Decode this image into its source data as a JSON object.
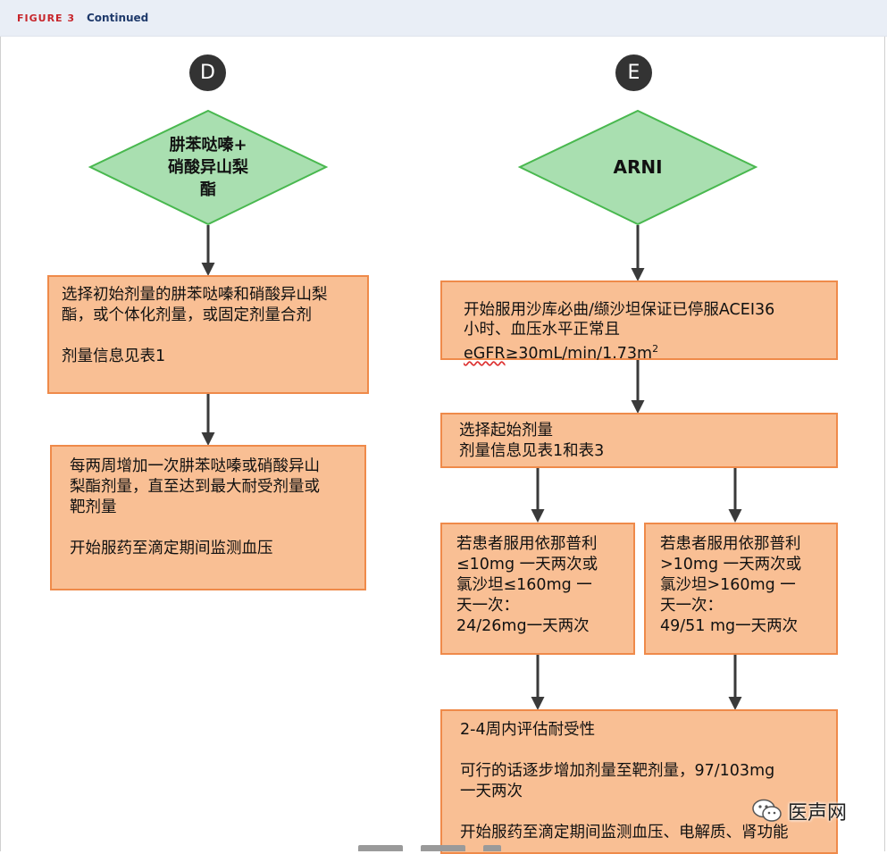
{
  "header": {
    "figure_label": "FIGURE 3",
    "continued": "Continued"
  },
  "left": {
    "badge": "D",
    "decision": [
      "肼苯哒嗪+",
      "硝酸异山梨",
      "酯"
    ],
    "box1": [
      "选择初始剂量的肼苯哒嗪和硝酸异山梨",
      "酯，或个体化剂量，或固定剂量合剂",
      "",
      "剂量信息见表1"
    ],
    "box2": [
      "每两周增加一次肼苯哒嗪或硝酸异山",
      "梨酯剂量，直至达到最大耐受剂量或",
      "靶剂量",
      "",
      "开始服药至滴定期间监测血压"
    ]
  },
  "right": {
    "badge": "E",
    "decision": "ARNI",
    "box1": {
      "line1": "开始服用沙库必曲/缬沙坦保证已停服ACEI36",
      "line2": "小时、血压水平正常且",
      "line3_prefix": "eGFR",
      "line3_rest": "≥30mL/min/1.73m",
      "line3_sup": "2"
    },
    "box2": [
      "选择起始剂量",
      "剂量信息见表1和表3"
    ],
    "box3a": [
      "若患者服用依那普利",
      "≤10mg 一天两次或",
      "氯沙坦≤160mg 一",
      "天一次：",
      "24/26mg一天两次"
    ],
    "box3b": [
      "若患者服用依那普利",
      ">10mg 一天两次或",
      "氯沙坦>160mg 一",
      "天一次：",
      "49/51 mg一天两次"
    ],
    "box4": [
      "2-4周内评估耐受性",
      "",
      "可行的话逐步增加剂量至靶剂量，97/103mg",
      "一天两次",
      "",
      "开始服药至滴定期间监测血压、电解质、肾功能"
    ]
  },
  "watermark": "医声网",
  "colors": {
    "diamond_fill": "#a9dfb0",
    "diamond_stroke": "#49b84f",
    "box_fill": "#f9bf94",
    "box_stroke": "#ef8a4a"
  }
}
